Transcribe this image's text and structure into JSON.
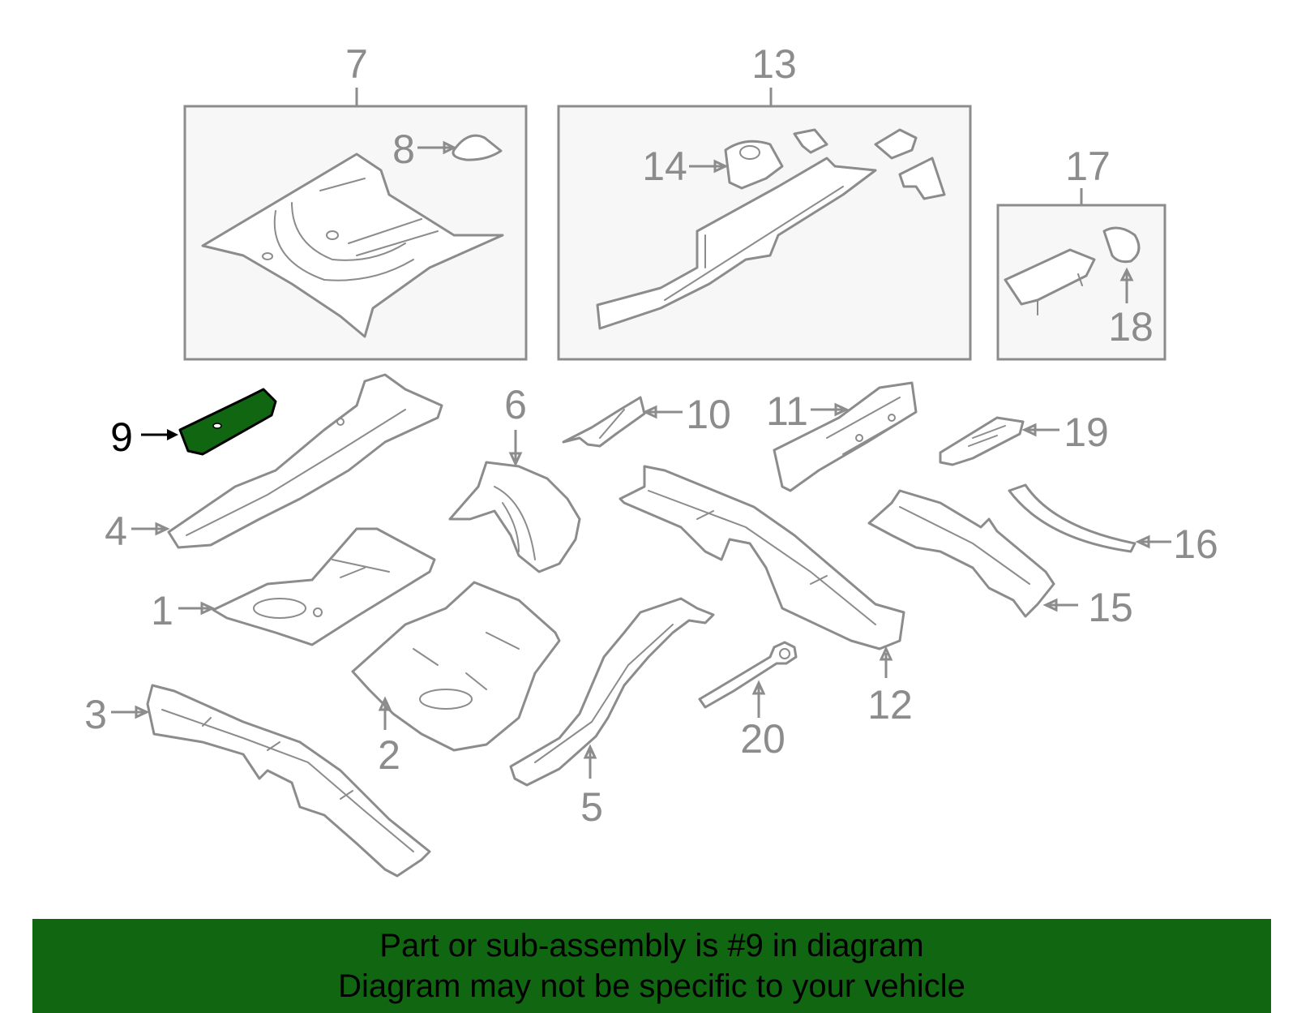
{
  "callouts": {
    "c1": "1",
    "c2": "2",
    "c3": "3",
    "c4": "4",
    "c5": "5",
    "c6": "6",
    "c7": "7",
    "c8": "8",
    "c9": "9",
    "c10": "10",
    "c11": "11",
    "c12": "12",
    "c13": "13",
    "c14": "14",
    "c15": "15",
    "c16": "16",
    "c17": "17",
    "c18": "18",
    "c19": "19",
    "c20": "20"
  },
  "highlight": {
    "part": "9",
    "color": "#116611"
  },
  "banner": {
    "line1": "Part or sub-assembly is #9 in diagram",
    "line2": "Diagram may not be specific to your vehicle",
    "background": "#116611"
  }
}
